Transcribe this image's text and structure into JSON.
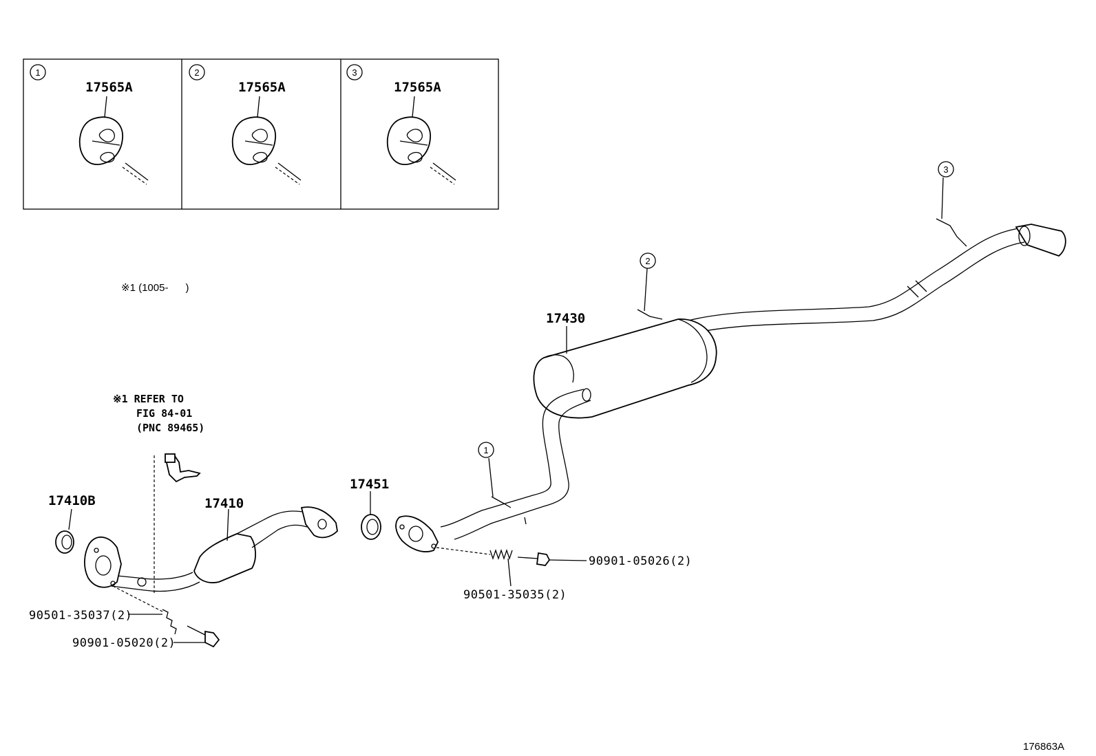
{
  "inset_boxes": [
    {
      "number": "1",
      "part": "17565A"
    },
    {
      "number": "2",
      "part": "17565A"
    },
    {
      "number": "3",
      "part": "17565A"
    }
  ],
  "note_range": "※1 (1005-      )",
  "refer_note": {
    "line1": "※1 REFER TO",
    "line2": "FIG 84-01",
    "line3": "(PNC 89465)"
  },
  "parts": {
    "muffler": "17430",
    "gasket_rear": "17451",
    "gasket_front": "17410B",
    "front_pipe": "17410",
    "bolt_rear": "90901-05026(2)",
    "spring_rear": "90501-35035(2)",
    "spring_front": "90501-35037(2)",
    "bolt_front": "90901-05020(2)"
  },
  "hanger_markers": {
    "one": "1",
    "two": "2",
    "three": "3"
  },
  "figure_id": "176863A"
}
